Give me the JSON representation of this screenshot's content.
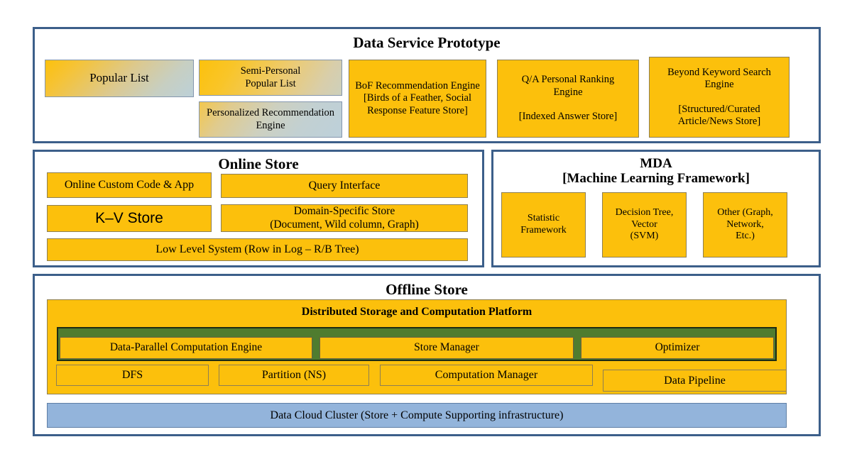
{
  "diagram": {
    "title_note": "Layered data platform architecture diagram",
    "sections": {
      "prototype": {
        "title": "Data Service Prototype",
        "boxes": {
          "popular_list": "Popular List",
          "semi_personal": "Semi-Personal\nPopular List",
          "personalized": "Personalized Recommendation\nEngine",
          "bof": "BoF Recommendation Engine\n[Birds of a Feather, Social\nResponse Feature Store]",
          "qa": "Q/A Personal Ranking\nEngine\n\n[Indexed Answer Store]",
          "beyond_keyword": "Beyond Keyword Search\nEngine\n\n[Structured/Curated\nArticle/News Store]"
        }
      },
      "online_store": {
        "title": "Online Store",
        "boxes": {
          "custom_code": "Online Custom Code & App",
          "query_interface": "Query Interface",
          "kv_store": "K–V Store",
          "domain_store": "Domain-Specific Store\n(Document, Wild column, Graph)",
          "low_level": "Low Level System (Row in Log – R/B Tree)"
        }
      },
      "mda": {
        "title": "MDA\n[Machine Learning Framework]",
        "boxes": {
          "statistic": "Statistic\nFramework",
          "decision_tree": "Decision Tree,\nVector\n(SVM)",
          "other": "Other (Graph,\nNetwork,\nEtc.)"
        }
      },
      "offline_store": {
        "title": "Offline Store",
        "boxes": {
          "platform": "Distributed Storage and Computation Platform",
          "data_parallel": "Data-Parallel Computation Engine",
          "store_manager": "Store Manager",
          "optimizer": "Optimizer",
          "dfs": "DFS",
          "partition": "Partition (NS)",
          "computation_manager": "Computation Manager",
          "data_pipeline": "Data Pipeline",
          "data_cloud_cluster": "Data Cloud Cluster (Store + Compute Supporting infrastructure)"
        }
      }
    },
    "colors": {
      "panel_border": "#3c5f8a",
      "box_orange": "#fcc00c",
      "box_green": "#4f7c2f",
      "box_blue": "#93b4db",
      "text": "#000000"
    }
  }
}
